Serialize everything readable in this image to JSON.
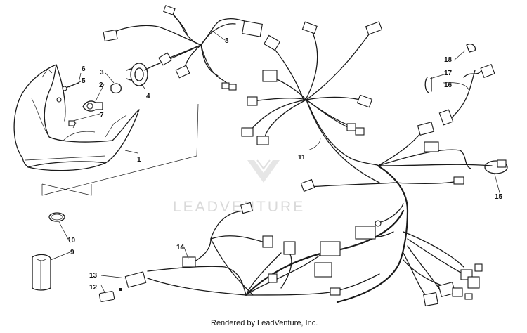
{
  "diagram": {
    "callouts": [
      "1",
      "2",
      "3",
      "4",
      "5",
      "6",
      "7",
      "8",
      "9",
      "10",
      "11",
      "12",
      "13",
      "14",
      "15",
      "16",
      "17",
      "18"
    ],
    "watermark": "LEADVENTURE",
    "credit": "Rendered by LeadVenture, Inc."
  },
  "colors": {
    "line": "#1a1a1a",
    "background": "#ffffff",
    "watermark": "#d9d9d9"
  }
}
